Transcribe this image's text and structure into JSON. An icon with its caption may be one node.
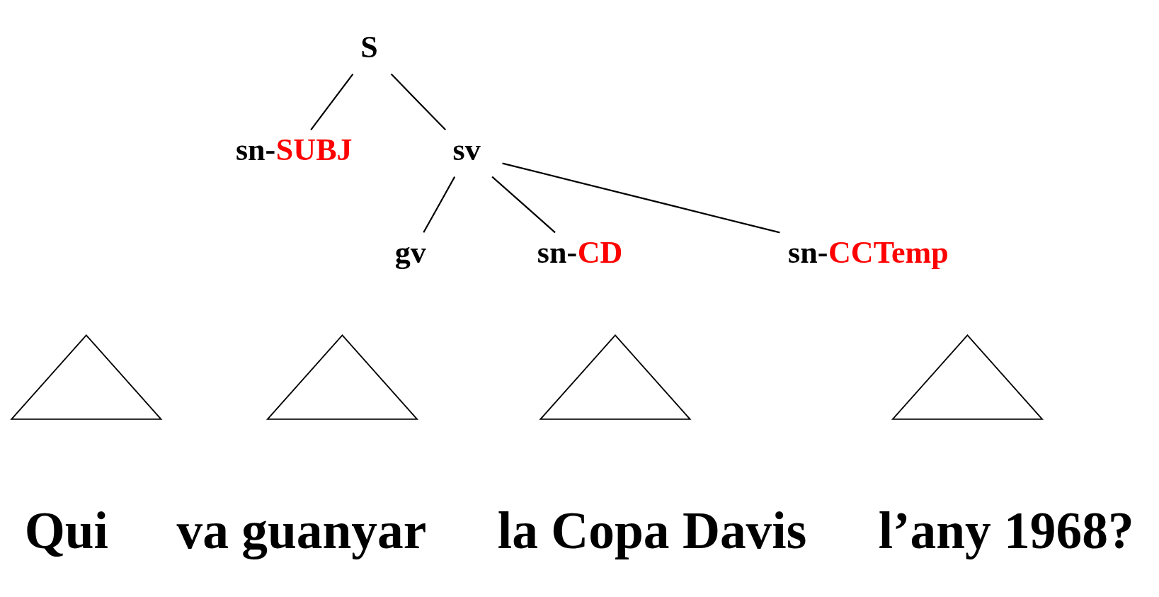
{
  "diagram": {
    "nodes": [
      {
        "text": [
          "S"
        ]
      },
      {
        "text": [
          "sn-SUBJ"
        ]
      },
      {
        "text": [
          "sv"
        ]
      },
      {
        "text": [
          "gv"
        ]
      },
      {
        "text": [
          "sn-CD"
        ]
      },
      {
        "text": [
          "sn-CCTemp"
        ]
      },
      {
        "text": [],
        "shape": "triangle",
        "beside": [
          "Qui"
        ]
      },
      {
        "text": [],
        "shape": "triangle",
        "beside": [
          "va guanyar"
        ]
      },
      {
        "text": [],
        "shape": "triangle",
        "beside": [
          "la Copa Davis"
        ]
      },
      {
        "text": [],
        "shape": "triangle",
        "beside": [
          "l’any 1968?"
        ]
      }
    ],
    "edges": [
      {
        "from": 0,
        "to": 1,
        "arrow": "none"
      },
      {
        "from": 0,
        "to": 2,
        "arrow": "none"
      },
      {
        "from": 2,
        "to": 3,
        "arrow": "none"
      },
      {
        "from": 2,
        "to": 4,
        "arrow": "none"
      },
      {
        "from": 2,
        "to": 5,
        "arrow": "none"
      }
    ]
  }
}
